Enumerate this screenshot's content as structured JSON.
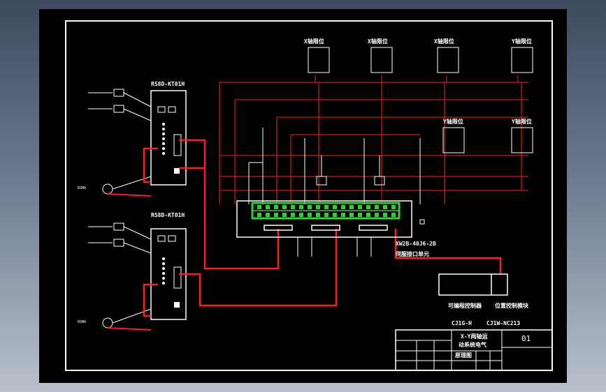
{
  "drawing": {
    "drive_top_label": "RS8D-KT01H",
    "drive_bottom_label": "RS8D-KT01H",
    "limit_labels": [
      "X轴限位",
      "X轴限位",
      "X轴限位",
      "Y轴限位",
      "Y轴限位",
      "Y轴限位"
    ],
    "terminal_block_label": "XW2B-40J6-2B",
    "interface_unit_label": "伺服接口单元",
    "plc_label": "可编程控制器",
    "plc_model": "CJ1G-H",
    "position_module_label": "位置控制模块",
    "position_module_model": "CJ1W-NC213",
    "title_block": {
      "title_line1": "X-Y两轴运",
      "title_line2": "动系统电气",
      "title_line3": "原理图",
      "sheet_no": "01"
    }
  },
  "colors": {
    "wire_red": "#ff1e1e",
    "terminal_green": "#33cc33",
    "line_white": "#ffffff"
  }
}
